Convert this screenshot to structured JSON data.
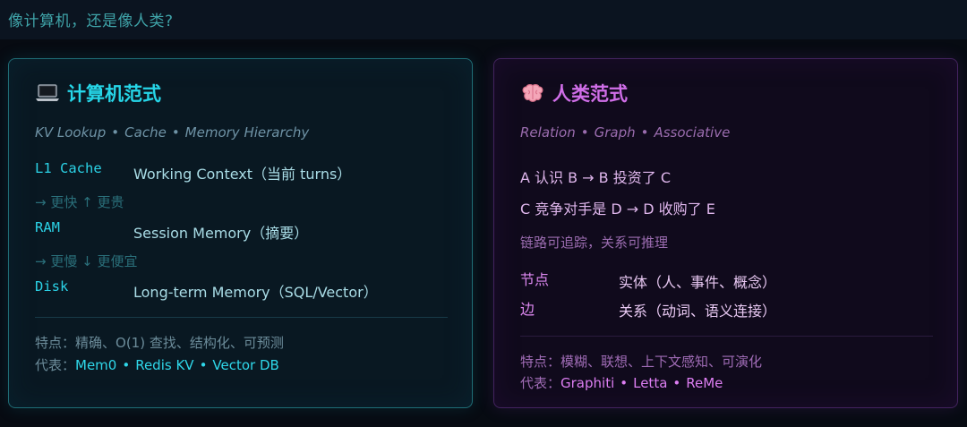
{
  "page_title": "像计算机，还是像人类?",
  "computer": {
    "icon": "laptop-icon",
    "title": "计算机范式",
    "subtitle_parts": [
      "KV Lookup",
      "Cache",
      "Memory Hierarchy"
    ],
    "separator": "•",
    "rows": [
      {
        "key": "L1 Cache",
        "value": "Working Context（当前 turns）"
      },
      {
        "key": "RAM",
        "value": "Session Memory（摘要）"
      },
      {
        "key": "Disk",
        "value": "Long-term Memory（SQL/Vector）"
      }
    ],
    "notes": [
      "→ 更快 ↑ 更贵",
      "→ 更慢 ↓ 更便宜"
    ],
    "features_label": "特点：",
    "features": "精确、O(1) 查找、结构化、可预测",
    "examples_label": "代表：",
    "examples": [
      "Mem0",
      "Redis KV",
      "Vector DB"
    ]
  },
  "human": {
    "icon": "brain-icon",
    "title": "人类范式",
    "subtitle_parts": [
      "Relation",
      "Graph",
      "Associative"
    ],
    "separator": "•",
    "lines": [
      "A 认识 B → B 投资了 C",
      "C 竞争对手是 D → D 收购了 E"
    ],
    "note": "链路可追踪，关系可推理",
    "rows": [
      {
        "key": "节点",
        "value": "实体（人、事件、概念）"
      },
      {
        "key": "边",
        "value": "关系（动词、语义连接）"
      }
    ],
    "features_label": "特点：",
    "features": "模糊、联想、上下文感知、可演化",
    "examples_label": "代表：",
    "examples": [
      "Graphiti",
      "Letta",
      "ReMe"
    ]
  }
}
